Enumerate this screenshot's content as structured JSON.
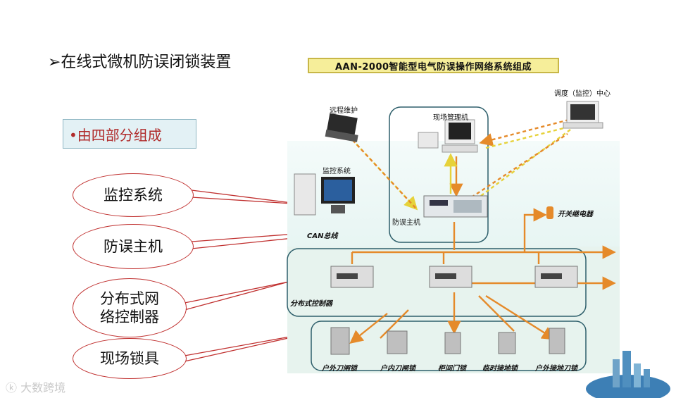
{
  "heading": "➢在线式微机防误闭锁装置",
  "subtitle": "•由四部分组成",
  "components": [
    {
      "label": "监控系统"
    },
    {
      "label": "防误主机"
    },
    {
      "label": "分布式网\n络控制器"
    },
    {
      "label": "现场锁具"
    }
  ],
  "diagram": {
    "title": "AAN-2000智能型电气防误操作网络系统组成",
    "labels": {
      "remote": "远程维护",
      "site_manager": "现场管理机",
      "dispatch": "调度（监控）中心",
      "monitor_system": "监控系统",
      "host": "防误主机",
      "relay": "开关继电器",
      "can_bus": "CAN总线",
      "controller": "分布式控制器"
    },
    "locks": [
      "户外刀闸锁",
      "户内刀闸锁",
      "柜间门锁",
      "临时接地锁",
      "户外接地刀锁"
    ]
  },
  "watermark": "大数跨境"
}
